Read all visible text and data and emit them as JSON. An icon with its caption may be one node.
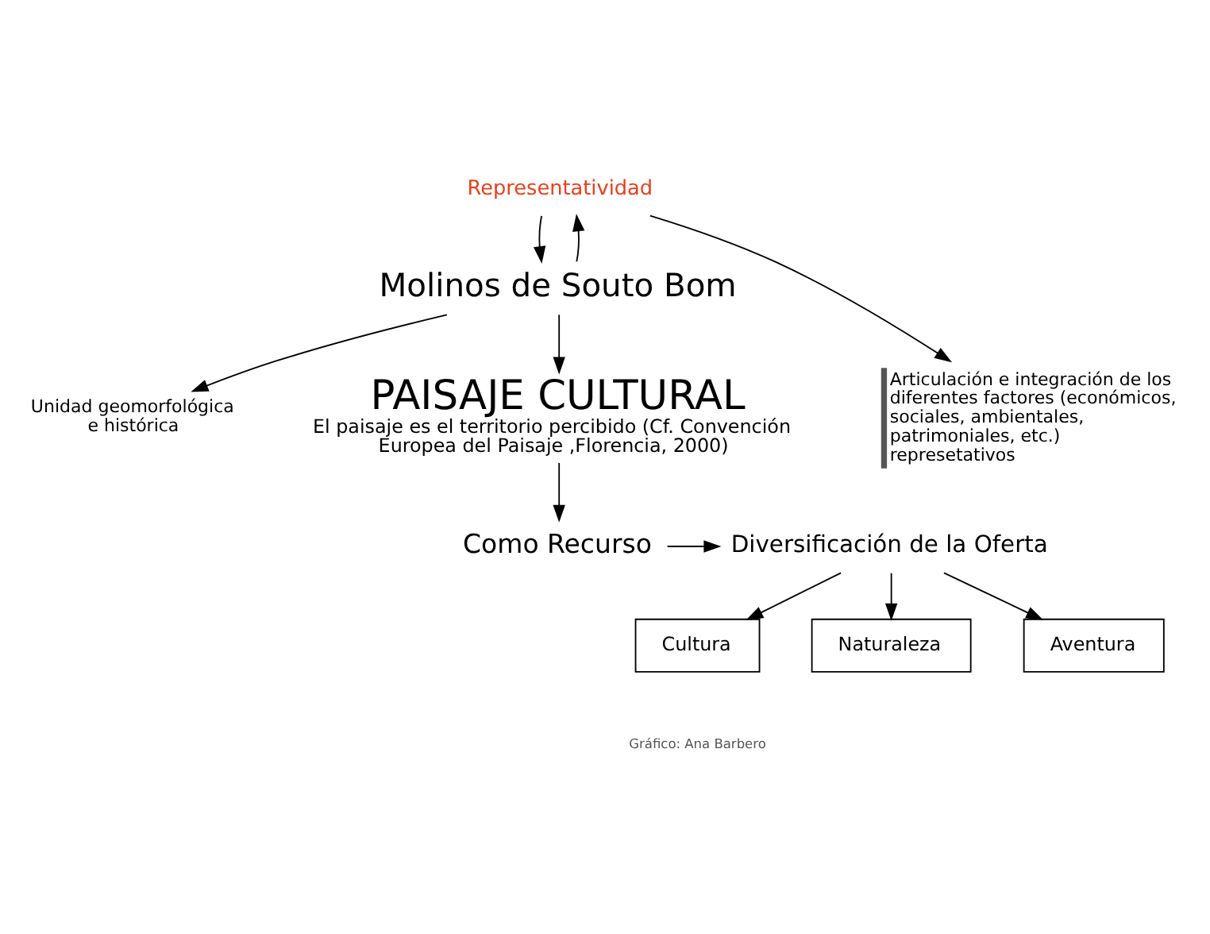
{
  "diagram": {
    "nodes": [
      {
        "text": [
          "Representatividad"
        ]
      },
      {
        "text": [
          "Molinos de Souto Bom"
        ]
      },
      {
        "text": [
          "Unidad geomorfológica e histórica"
        ]
      },
      {
        "text": [
          "PAISAJE CULTURAL",
          "El paisaje es el territorio percibido (Cf. Convención Europea del Paisaje ,Florencia, 2000)"
        ]
      },
      {
        "text": [
          "Articulación e integración de los diferentes factores (económicos, sociales, ambientales, patrimoniales, etc.) represetativos"
        ]
      },
      {
        "text": [
          "Como Recurso"
        ]
      },
      {
        "text": [
          "Diversificación de la Oferta"
        ]
      },
      {
        "text": [
          "Cultura"
        ]
      },
      {
        "text": [
          "Naturaleza"
        ]
      },
      {
        "text": [
          "Aventura"
        ]
      }
    ],
    "edges": [
      {
        "from": 1,
        "to": 0,
        "arrow": "to"
      },
      {
        "from": 0,
        "to": 1,
        "arrow": "to"
      },
      {
        "from": 0,
        "to": 4,
        "arrow": "to"
      },
      {
        "from": 1,
        "to": 2,
        "arrow": "to"
      },
      {
        "from": 1,
        "to": 3,
        "arrow": "to"
      },
      {
        "from": 3,
        "to": 5,
        "arrow": "to"
      },
      {
        "from": 5,
        "to": 6,
        "arrow": "to"
      },
      {
        "from": 6,
        "to": 7,
        "arrow": "to"
      },
      {
        "from": 6,
        "to": 8,
        "arrow": "to"
      },
      {
        "from": 6,
        "to": 9,
        "arrow": "to"
      }
    ],
    "labels": [
      "Gráfico: Ana Barbero"
    ]
  }
}
